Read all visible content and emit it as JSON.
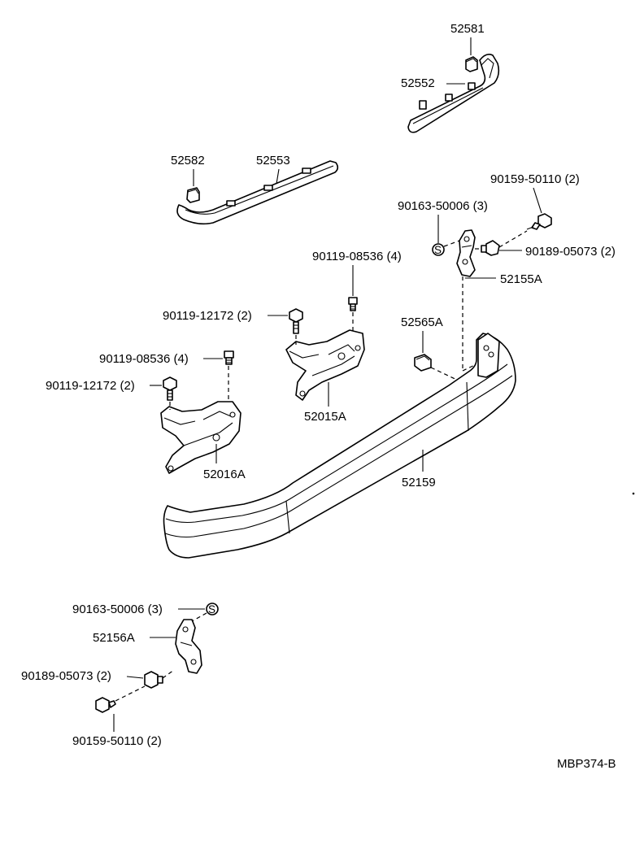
{
  "labels": {
    "p52581": "52581",
    "p52552": "52552",
    "p52582": "52582",
    "p52553": "52553",
    "p90159_top": "90159-50110 (2)",
    "p90163_top": "90163-50006 (3)",
    "p90189_top": "90189-05073 (2)",
    "p52155A": "52155A",
    "p90119_08536_mid": "90119-08536 (4)",
    "p90119_12172_mid": "90119-12172 (2)",
    "p52565A": "52565A",
    "p90119_08536_left": "90119-08536 (4)",
    "p90119_12172_left": "90119-12172 (2)",
    "p52015A": "52015A",
    "p52016A": "52016A",
    "p52159": "52159",
    "p90163_bottom": "90163-50006 (3)",
    "p52156A": "52156A",
    "p90189_bottom": "90189-05073 (2)",
    "p90159_bottom": "90159-50110 (2)",
    "diagram_code": "MBP374-B"
  },
  "icons": {
    "clip_marker": "S"
  }
}
